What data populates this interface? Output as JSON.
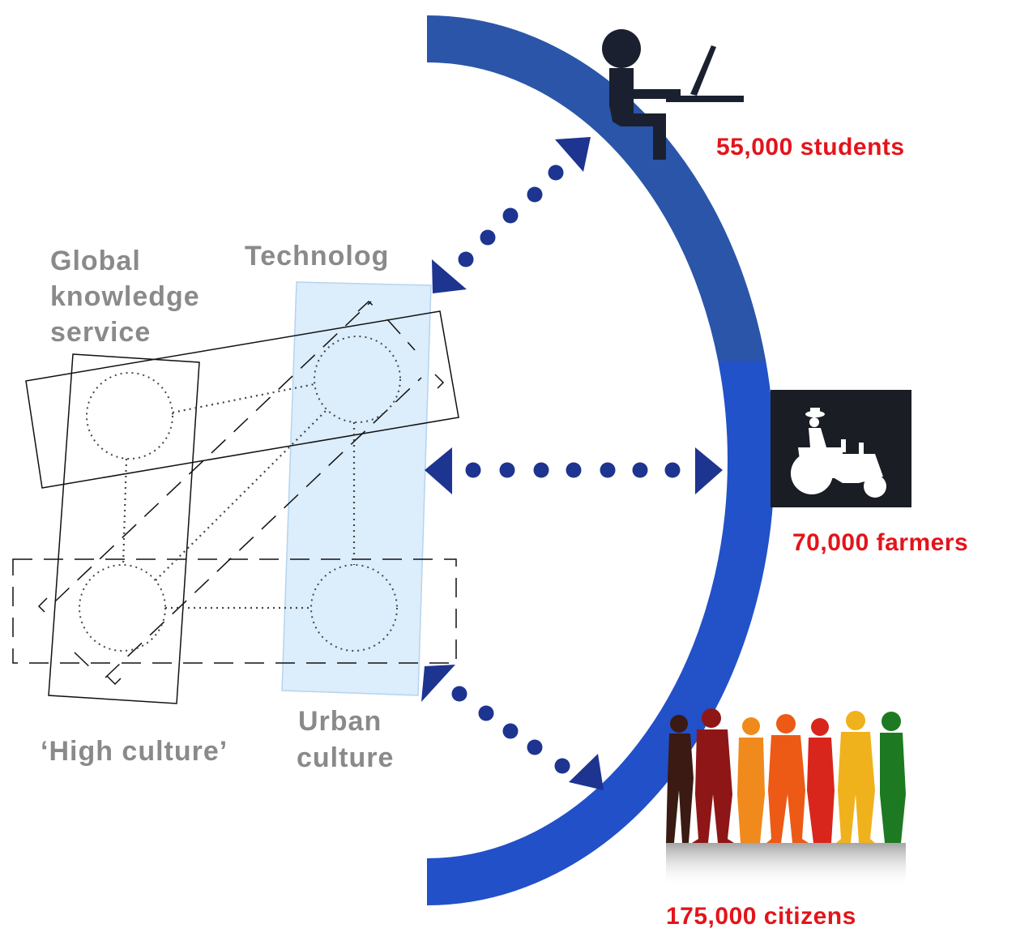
{
  "labels": {
    "global_knowledge": [
      "Global",
      "knowledge",
      "service"
    ],
    "technology": "Technolog",
    "urban_culture": [
      "Urban",
      "culture"
    ],
    "high_culture": "‘High culture’"
  },
  "stats": {
    "students": "55,000 students",
    "farmers": "70,000 farmers",
    "citizens": "175,000 citizens"
  },
  "icons": {
    "student": "student-at-laptop-icon",
    "farmer": "farmer-on-tractor-icon",
    "citizens": "crowd-silhouette-icon"
  },
  "colors": {
    "arc_top": "#2a55a8",
    "arc_bottom": "#2250c8",
    "arrow": "#1d3490",
    "label_gray": "#8a8a8a",
    "stat_red": "#e3141b",
    "urban_fill": "#dcedfb",
    "crowd": [
      "#3a1a12",
      "#8e1616",
      "#f08a1c",
      "#ec5a16",
      "#d8261c",
      "#f0b21c",
      "#1d7a22"
    ]
  }
}
